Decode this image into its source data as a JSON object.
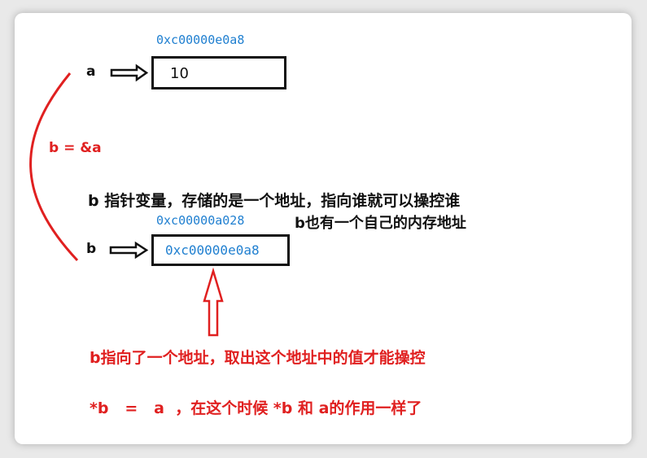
{
  "var_a": {
    "address": "0xc00000e0a8",
    "name": "a",
    "value": "10"
  },
  "assignment": "b = &a",
  "description": {
    "line1": "b 指针变量，存储的是一个地址，指向谁就可以操控谁",
    "line2": "b也有一个自己的内存地址"
  },
  "var_b": {
    "address": "0xc00000a028",
    "name": "b",
    "value": "0xc00000e0a8"
  },
  "note_deref": "b指向了一个地址，取出这个地址中的值才能操控",
  "note_equal": "*b   =   a  ，在这个时候 *b 和 a的作用一样了",
  "colors": {
    "address_blue": "#1f7fd0",
    "note_red": "#e02020",
    "text_black": "#111111"
  }
}
